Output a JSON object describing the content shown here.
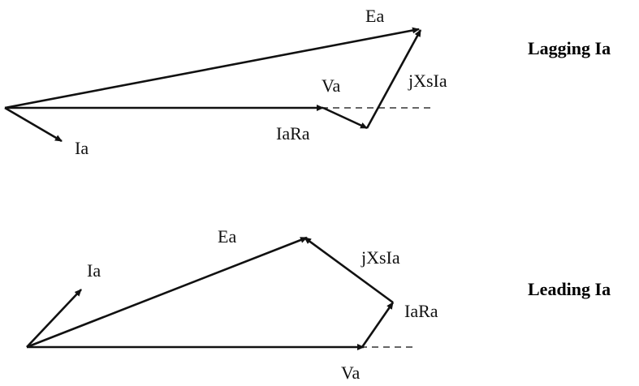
{
  "diagrams": [
    {
      "title": "Lagging Ia",
      "labels": {
        "ea": "Ea",
        "va": "Va",
        "ia": "Ia",
        "iara": "IaRa",
        "jxsia": "jXsIa"
      }
    },
    {
      "title": "Leading Ia",
      "labels": {
        "ea": "Ea",
        "va": "Va",
        "ia": "Ia",
        "iara": "IaRa",
        "jxsia": "jXsIa"
      }
    }
  ]
}
